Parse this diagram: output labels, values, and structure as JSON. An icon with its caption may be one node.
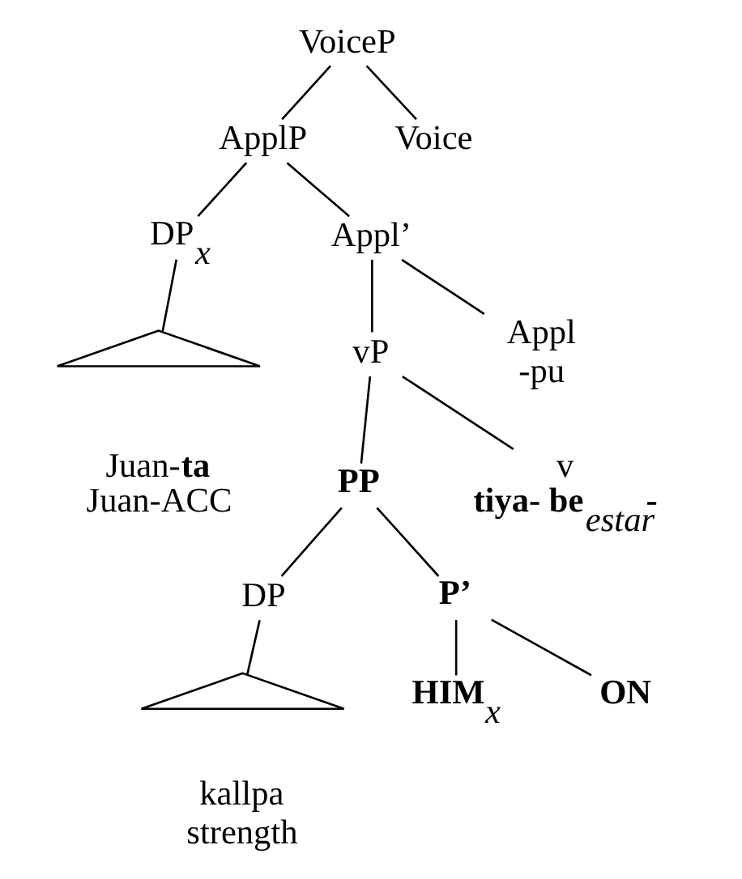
{
  "diagram": {
    "nodes": [
      {
        "text": [
          "VoiceP"
        ]
      },
      {
        "text": [
          "ApplP"
        ]
      },
      {
        "text": [
          "Voice"
        ]
      },
      {
        "text": [
          "DP$_{x}$"
        ]
      },
      {
        "text": [
          "Appl’"
        ]
      },
      {
        "text": [],
        "shape": "triangle",
        "beside": [
          "Juan-**ta**",
          "Juan-ACC"
        ]
      },
      {
        "text": [
          "vP"
        ]
      },
      {
        "text": [
          "Appl",
          "-pu"
        ]
      },
      {
        "text": [
          "**PP**"
        ]
      },
      {
        "text": [
          "v",
          "**tiya- be**$_{estar}$**-**"
        ]
      },
      {
        "text": [
          "DP"
        ]
      },
      {
        "text": [
          "**P’**"
        ]
      },
      {
        "text": [],
        "shape": "triangle",
        "beside": [
          "kallpa",
          "strength"
        ]
      },
      {
        "text": [
          "**HIM**$_{x}$"
        ]
      },
      {
        "text": [
          "**ON**"
        ]
      }
    ],
    "edges": [
      {
        "from": 0,
        "to": 1,
        "arrow": "none"
      },
      {
        "from": 0,
        "to": 2,
        "arrow": "none"
      },
      {
        "from": 1,
        "to": 3,
        "arrow": "none"
      },
      {
        "from": 1,
        "to": 4,
        "arrow": "none"
      },
      {
        "from": 3,
        "to": 5,
        "arrow": "none"
      },
      {
        "from": 4,
        "to": 6,
        "arrow": "none"
      },
      {
        "from": 4,
        "to": 7,
        "arrow": "none"
      },
      {
        "from": 6,
        "to": 8,
        "arrow": "none"
      },
      {
        "from": 6,
        "to": 9,
        "arrow": "none"
      },
      {
        "from": 8,
        "to": 10,
        "arrow": "none"
      },
      {
        "from": 8,
        "to": 11,
        "arrow": "none"
      },
      {
        "from": 10,
        "to": 12,
        "arrow": "none"
      },
      {
        "from": 11,
        "to": 13,
        "arrow": "none"
      },
      {
        "from": 11,
        "to": 14,
        "arrow": "none"
      }
    ]
  }
}
